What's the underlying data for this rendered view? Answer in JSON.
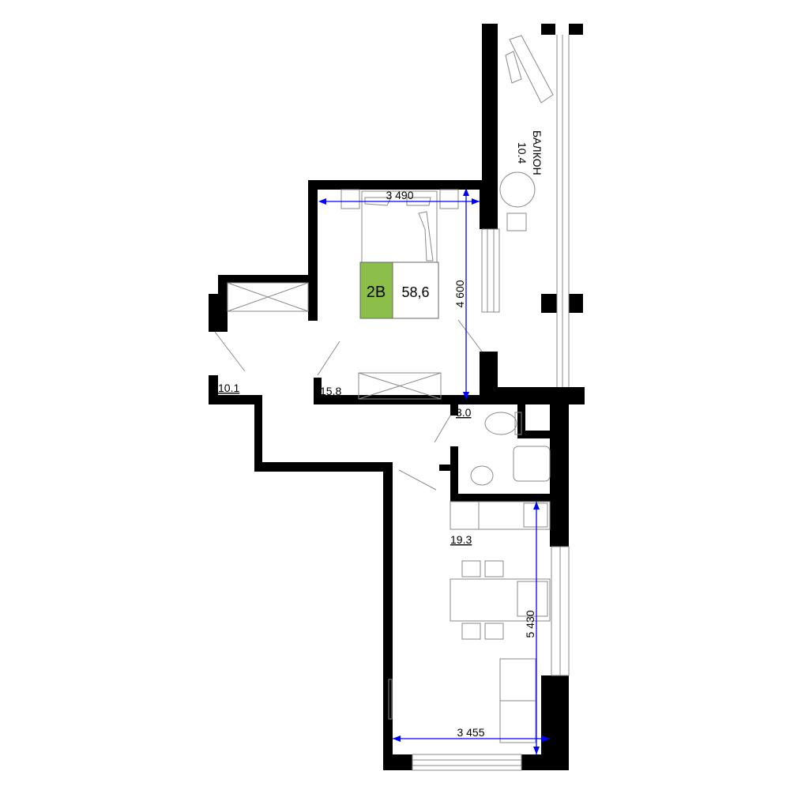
{
  "apartment": {
    "type_code": "2B",
    "total_area": "58,6",
    "type_color": "#8cbf4a"
  },
  "rooms": {
    "balcony": {
      "name": "БАЛКОН",
      "area": "10.4"
    },
    "bedroom": {
      "area": "15.8"
    },
    "hall": {
      "area": "10.1"
    },
    "bathroom": {
      "area": "3.0"
    },
    "kitchen_living": {
      "area": "19.3"
    }
  },
  "dimensions": {
    "bedroom_width": "3 490",
    "bedroom_length": "4 600",
    "living_width": "3 455",
    "living_length": "5 430"
  },
  "colors": {
    "dimension_line": "#0000ff",
    "wall": "#000000"
  }
}
